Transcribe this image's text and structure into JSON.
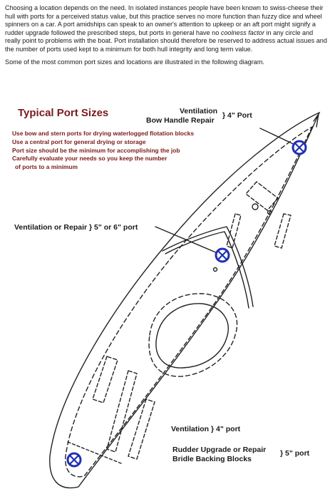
{
  "intro": {
    "p1_a": "Choosing a location depends on the need. In isolated instances people have been known to swiss-cheese their hull with ports for a perceived status value, but this practice serves no more function than fuzzy dice and wheel spinners on a car. A port amidships can speak to an owner's attention to upkeep or an aft port might signify a rudder upgrade followed the prescribed steps, but ports in general have no ",
    "p1_em": "coolness factor",
    "p1_b": " in any circle and really point to problems with the boat. Port installation should therefore be reserved to address actual issues and the number of ports used kept to a minimum for both hull integrity and long term value.",
    "p2": "Some of the most common port sizes and locations are illustrated in the following diagram."
  },
  "diagram": {
    "title": "Typical Port Sizes",
    "notes": [
      "Use bow and stern ports for drying waterlogged flotation blocks",
      "Use a central port for general drying or storage",
      "Port size should be the minimum for accomplishing the job",
      "Carefully evaluate your needs so you keep the number",
      "of ports to a minimum"
    ],
    "labels": {
      "bow_line1": "Ventilation",
      "bow_line2": "Bow Handle Repair",
      "bow_size": "} 4\" Port",
      "mid": "Ventilation or Repair } 5\" or 6\" port",
      "stern_vent": "Ventilation } 4\" port",
      "stern_line1": "Rudder Upgrade or Repair",
      "stern_line2": "Bridle Backing Blocks",
      "stern_size": "} 5\" port"
    }
  },
  "colors": {
    "heading": "#7a1b1b",
    "port": "#1f2fb5",
    "line": "#222222"
  }
}
